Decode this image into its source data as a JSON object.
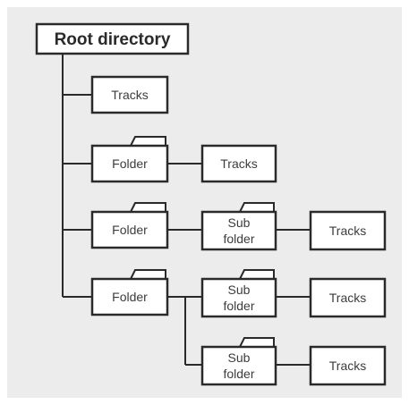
{
  "diagram": {
    "root": {
      "label": "Root directory"
    },
    "level1": {
      "tracks": {
        "label": "Tracks"
      },
      "folder_a": {
        "label": "Folder"
      },
      "folder_b": {
        "label": "Folder"
      },
      "folder_c": {
        "label": "Folder"
      }
    },
    "level2": {
      "tracks_a": {
        "label": "Tracks"
      },
      "subfolder_b": {
        "line1": "Sub",
        "line2": "folder"
      },
      "subfolder_c1": {
        "line1": "Sub",
        "line2": "folder"
      },
      "subfolder_c2": {
        "line1": "Sub",
        "line2": "folder"
      }
    },
    "level3": {
      "tracks_b": {
        "label": "Tracks"
      },
      "tracks_c1": {
        "label": "Tracks"
      },
      "tracks_c2": {
        "label": "Tracks"
      }
    }
  }
}
